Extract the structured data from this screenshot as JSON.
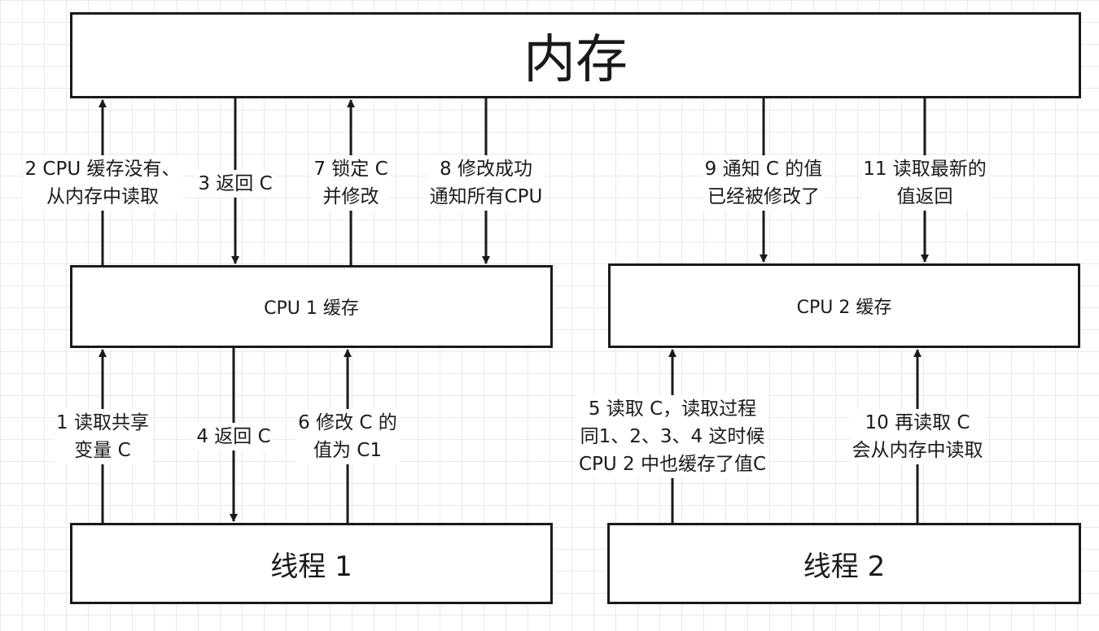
{
  "boxes": {
    "memory": "内存",
    "cpu1_cache": "CPU 1 缓存",
    "cpu2_cache": "CPU 2 缓存",
    "thread1": "线程 1",
    "thread2": "线程 2"
  },
  "steps": {
    "s1": [
      "1 读取共享",
      "变量 C"
    ],
    "s2": [
      "2 CPU 缓存没有、",
      "从内存中读取"
    ],
    "s3": [
      "3 返回 C"
    ],
    "s4": [
      "4 返回 C"
    ],
    "s5": [
      "5 读取 C，读取过程",
      "同1、2、3、4 这时候",
      "CPU 2 中也缓存了值C"
    ],
    "s6": [
      "6 修改 C 的",
      "值为 C1"
    ],
    "s7": [
      "7 锁定 C",
      "并修改"
    ],
    "s8": [
      "8 修改成功",
      "通知所有CPU"
    ],
    "s9": [
      "9 通知 C 的值",
      "已经被修改了"
    ],
    "s10": [
      "10 再读取 C",
      "会从内存中读取"
    ],
    "s11": [
      "11 读取最新的",
      "值返回"
    ]
  },
  "colors": {
    "stroke": "#1a1a1a",
    "grid": "#e9e9e9",
    "background": "#ffffff"
  }
}
